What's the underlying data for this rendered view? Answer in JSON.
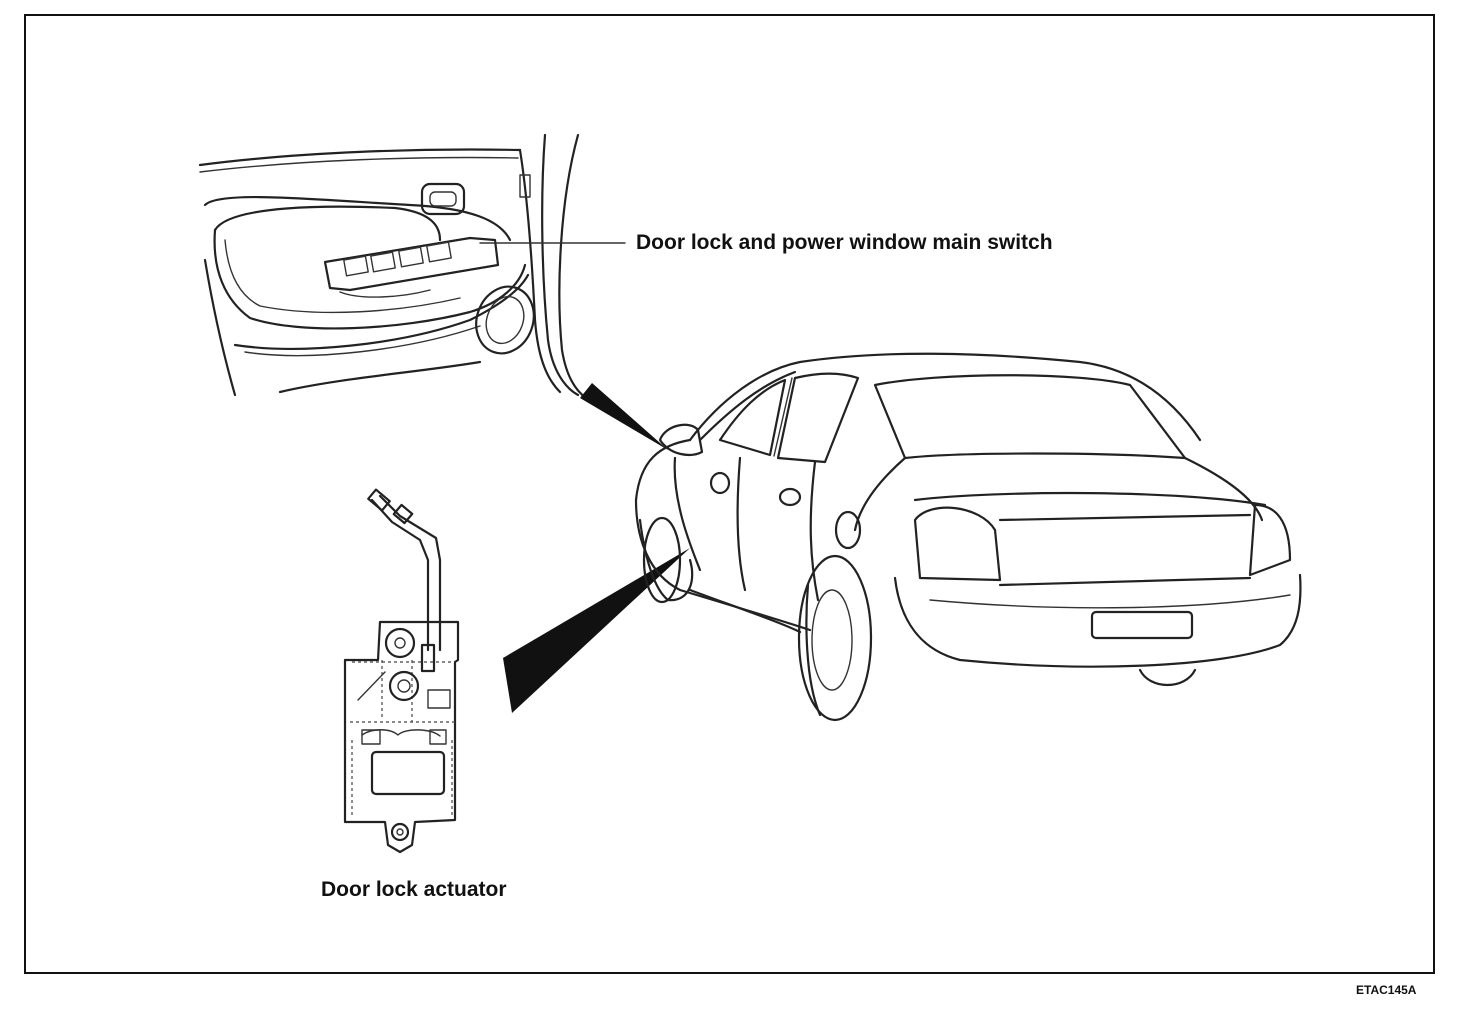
{
  "labels": {
    "switch": "Door lock and power window main switch",
    "actuator": "Door lock actuator",
    "figure_code": "ETAC145A"
  },
  "colors": {
    "ink": "#111111",
    "background": "#ffffff"
  }
}
